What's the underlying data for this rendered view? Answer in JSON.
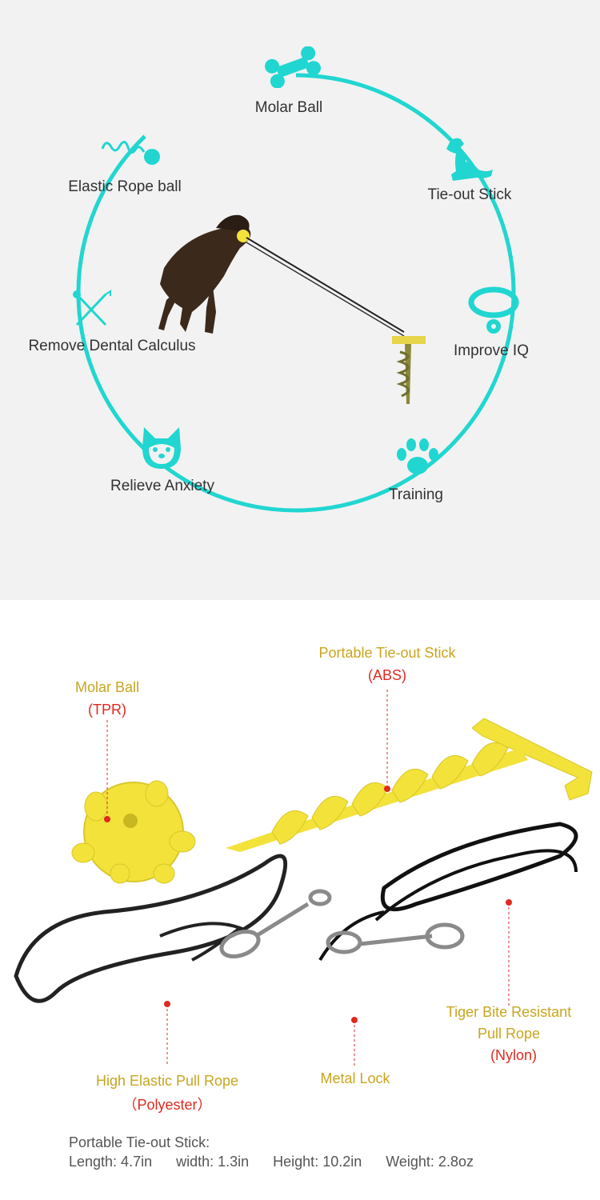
{
  "features": {
    "molar_ball": "Molar Ball",
    "tie_out_stick": "Tie-out Stick",
    "improve_iq": "Improve IQ",
    "training": "Training",
    "relieve_anxiety": "Relieve Anxiety",
    "remove_dental": "Remove Dental Calculus",
    "elastic_rope_ball": "Elastic Rope ball"
  },
  "parts": {
    "stick_title": "Portable Tie-out Stick",
    "stick_material": "(ABS)",
    "ball_title": "Molar Ball",
    "ball_material": "(TPR)",
    "tiger_line1": "Tiger Bite Resistant",
    "tiger_line2": "Pull Rope",
    "tiger_material": "(Nylon)",
    "elastic_title": "High Elastic Pull Rope",
    "elastic_material": "（Polyester）",
    "lock_title": "Metal Lock"
  },
  "specs": {
    "title": "Portable Tie-out Stick:",
    "length": "Length: 4.7in",
    "width": "width: 1.3in",
    "height": "Height: 10.2in",
    "weight": "Weight: 2.8oz"
  },
  "colors": {
    "accent_teal": "#21d6d0",
    "label_gold": "#c9a51e",
    "label_red": "#e02a1f",
    "product_yellow": "#f2e23a"
  }
}
